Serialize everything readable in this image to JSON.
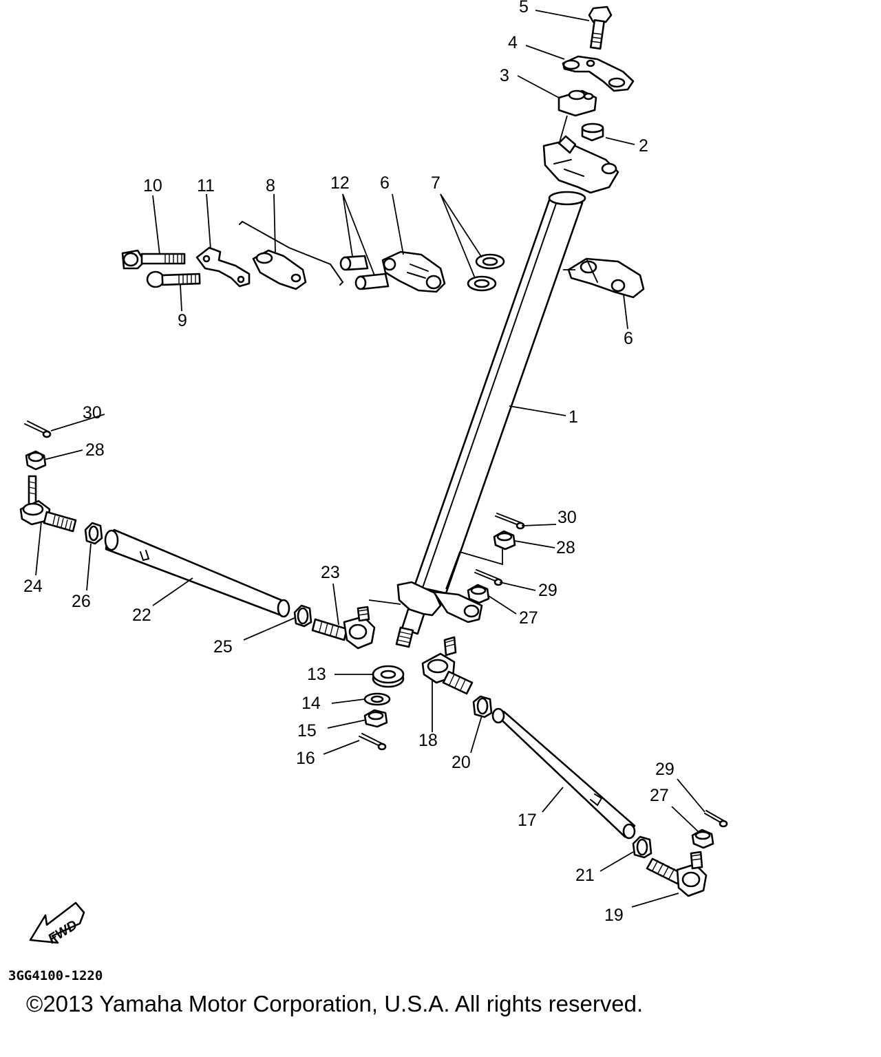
{
  "callouts": {
    "c1": "1",
    "c2": "2",
    "c3": "3",
    "c4": "4",
    "c5": "5",
    "c6a": "6",
    "c6b": "6",
    "c7": "7",
    "c8": "8",
    "c9": "9",
    "c10": "10",
    "c11": "11",
    "c12": "12",
    "c13": "13",
    "c14": "14",
    "c15": "15",
    "c16": "16",
    "c17": "17",
    "c18": "18",
    "c19": "19",
    "c20": "20",
    "c21": "21",
    "c22": "22",
    "c23": "23",
    "c24": "24",
    "c25": "25",
    "c26": "26",
    "c27a": "27",
    "c27b": "27",
    "c28a": "28",
    "c28b": "28",
    "c29a": "29",
    "c29b": "29",
    "c30a": "30",
    "c30b": "30"
  },
  "fwd_label": "FWD",
  "diagram_code": "3GG4100-1220",
  "copyright": "©2013 Yamaha Motor Corporation, U.S.A. All rights reserved."
}
